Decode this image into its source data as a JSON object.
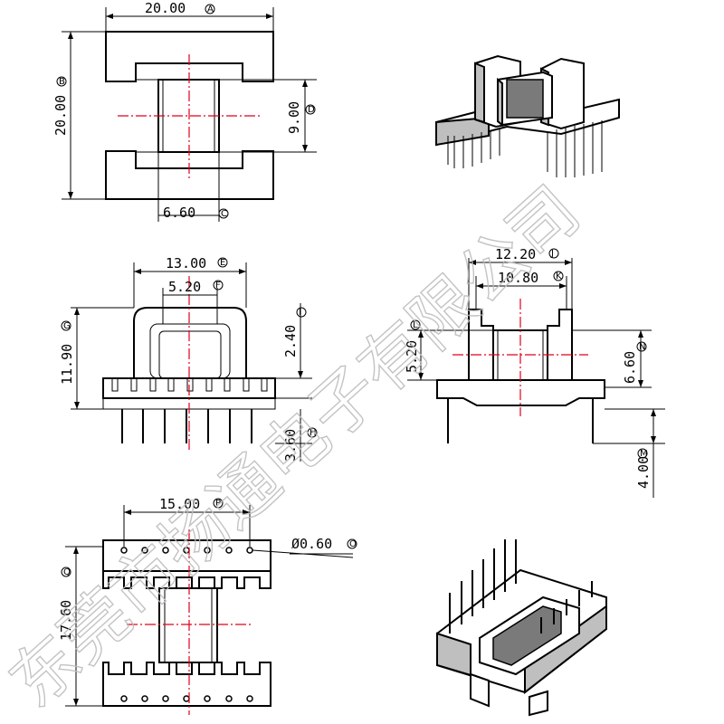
{
  "watermark": "东莞市扬通电子有限公司",
  "dimensions": {
    "A": {
      "value": "20.00",
      "letter": "A"
    },
    "B": {
      "value": "20.00",
      "letter": "B"
    },
    "C": {
      "value": "6.60",
      "letter": "C"
    },
    "D": {
      "value": "9.00",
      "letter": "D"
    },
    "E": {
      "value": "13.00",
      "letter": "E"
    },
    "F": {
      "value": "5.20",
      "letter": "F"
    },
    "G": {
      "value": "11.90",
      "letter": "G"
    },
    "H": {
      "value": "3.60",
      "letter": "H"
    },
    "I": {
      "value": "2.40",
      "letter": "I"
    },
    "J": {
      "value": "12.20",
      "letter": "J"
    },
    "K": {
      "value": "10.80",
      "letter": "K"
    },
    "L": {
      "value": "5.20",
      "letter": "L"
    },
    "M": {
      "value": "4.00",
      "letter": "M"
    },
    "N": {
      "value": "6.60",
      "letter": "N"
    },
    "O": {
      "value": "Ø0.60",
      "letter": "O"
    },
    "P": {
      "value": "15.00",
      "letter": "P"
    },
    "Q": {
      "value": "17.60",
      "letter": "Q"
    }
  }
}
